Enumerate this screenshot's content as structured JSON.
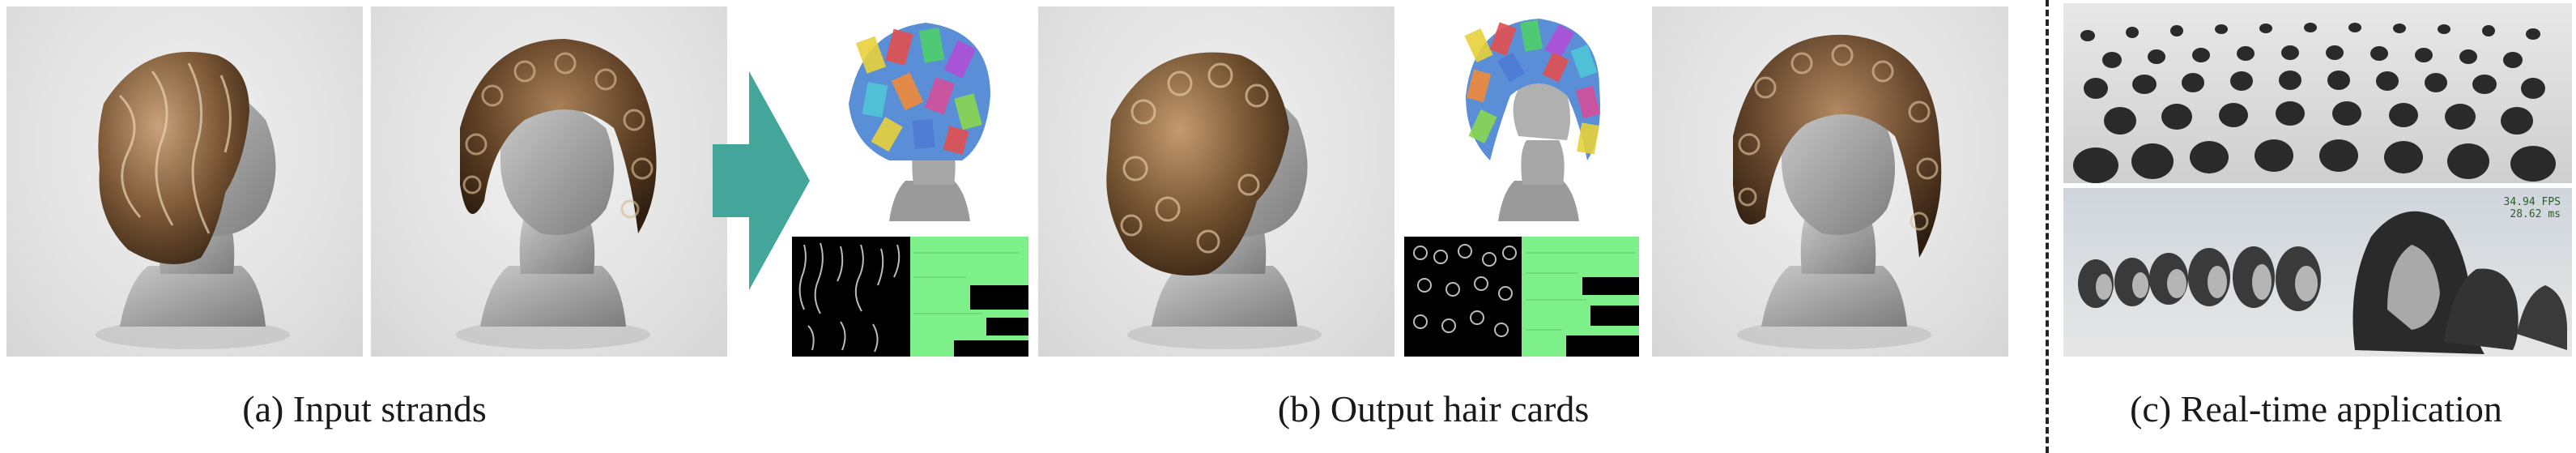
{
  "captions": {
    "a": "(a) Input strands",
    "b": "(b) Output hair cards",
    "c": "(c) Real-time application"
  },
  "realtime": {
    "fps_line1": "34.94 FPS",
    "fps_line2": "28.62 ms"
  },
  "colors": {
    "arrow": "#44a69b",
    "texture_green": "#7ef08a",
    "hair_brown": "#6b4a2f",
    "mannequin": "#9a9a9a"
  },
  "icons": {
    "arrow": "right-arrow-icon"
  }
}
